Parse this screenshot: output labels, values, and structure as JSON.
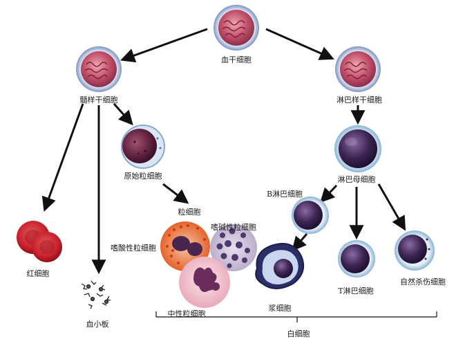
{
  "labels": {
    "stem_cell": "血干细胞",
    "myeloid_stem": "髓样干细胞",
    "lymphoid_stem": "淋巴样干细胞",
    "myeloblast": "原始粒细胞",
    "lymphoblast": "淋巴母细胞",
    "granulocyte": "粒细胞",
    "eosinophil": "嗜酸性粒细胞",
    "basophil": "嗜碱性粒细胞",
    "neutrophil": "中性粒细胞",
    "red_cell": "红细胞",
    "platelet": "血小板",
    "b_cell": "B淋巴细胞",
    "t_cell": "T淋巴细胞",
    "nk_cell": "自然杀伤细胞",
    "plasma_cell": "浆细胞",
    "white_cell": "白细胞"
  },
  "colors": {
    "arrow": "#111111",
    "stem_rim": "#7f93c2",
    "stem_core": "#c0506a",
    "red_cell": "#c8202b",
    "lymph_core": "#3c2552",
    "lymph_rim": "#9fc4e2",
    "eosin_granule": "#e2591f",
    "baso_granule": "#50386e",
    "neutro_bg": "#f2c7d2",
    "neutro_nucleus": "#6a2c5b"
  }
}
